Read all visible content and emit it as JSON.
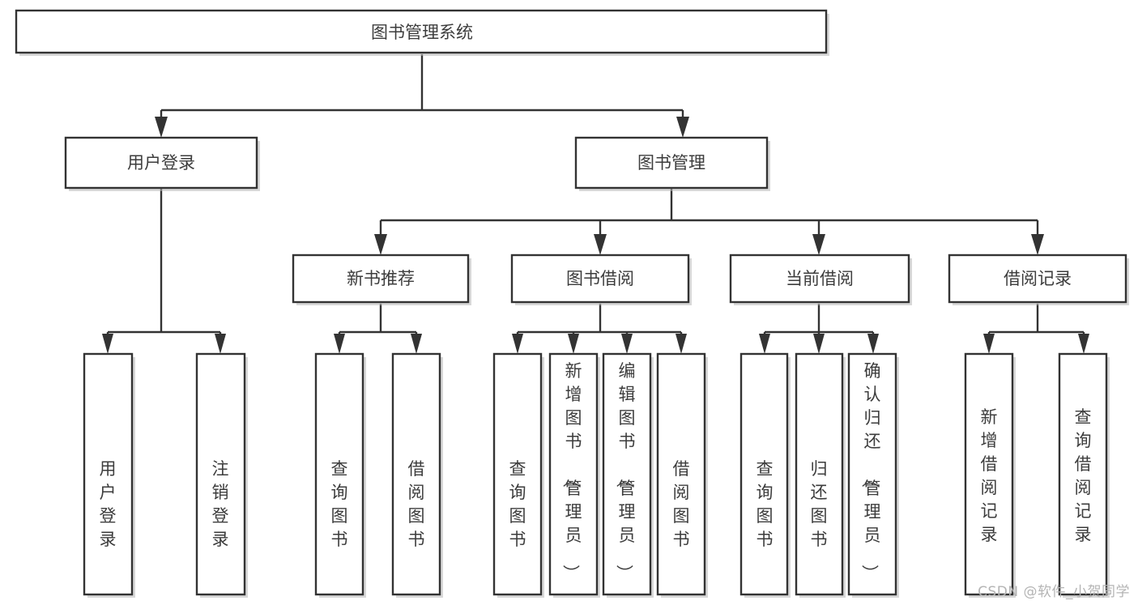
{
  "diagram": {
    "type": "tree",
    "title": "图书管理系统",
    "watermark": "CSDN @软件_小贺同学",
    "colors": {
      "stroke": "#333333",
      "fill": "#ffffff",
      "text": "#3c3c3c",
      "shadow": "#b8b8b8",
      "watermark": "#b4b4b4"
    },
    "nodes": {
      "root": {
        "label": "图书管理系统",
        "level": 0,
        "orientation": "horizontal"
      },
      "user_login": {
        "label": "用户登录",
        "level": 1,
        "orientation": "horizontal"
      },
      "book_manage": {
        "label": "图书管理",
        "level": 1,
        "orientation": "horizontal"
      },
      "new_book_rec": {
        "label": "新书推荐",
        "level": 2,
        "orientation": "horizontal"
      },
      "book_borrow": {
        "label": "图书借阅",
        "level": 2,
        "orientation": "horizontal"
      },
      "current_borrow": {
        "label": "当前借阅",
        "level": 2,
        "orientation": "horizontal"
      },
      "borrow_record": {
        "label": "借阅记录",
        "level": 2,
        "orientation": "horizontal"
      },
      "leaf_user_login": {
        "label": "用户登录",
        "level": 3,
        "orientation": "vertical"
      },
      "leaf_logout": {
        "label": "注销登录",
        "level": 3,
        "orientation": "vertical"
      },
      "leaf_query_book_1": {
        "label": "查询图书",
        "level": 3,
        "orientation": "vertical"
      },
      "leaf_borrow_book_1": {
        "label": "借阅图书",
        "level": 3,
        "orientation": "vertical"
      },
      "leaf_query_book_2": {
        "label": "查询图书",
        "level": 3,
        "orientation": "vertical"
      },
      "leaf_add_book": {
        "label": "新增图书（管理员）",
        "level": 3,
        "orientation": "vertical"
      },
      "leaf_edit_book": {
        "label": "编辑图书（管理员）",
        "level": 3,
        "orientation": "vertical"
      },
      "leaf_borrow_book_2": {
        "label": "借阅图书",
        "level": 3,
        "orientation": "vertical"
      },
      "leaf_query_book_3": {
        "label": "查询图书",
        "level": 3,
        "orientation": "vertical"
      },
      "leaf_return_book": {
        "label": "归还图书",
        "level": 3,
        "orientation": "vertical"
      },
      "leaf_confirm_return": {
        "label": "确认归还（管理员）",
        "level": 3,
        "orientation": "vertical"
      },
      "leaf_add_record": {
        "label": "新增借阅记录",
        "level": 3,
        "orientation": "vertical"
      },
      "leaf_query_record": {
        "label": "查询借阅记录",
        "level": 3,
        "orientation": "vertical"
      }
    },
    "edges": [
      {
        "from": "root",
        "to": "user_login"
      },
      {
        "from": "root",
        "to": "book_manage"
      },
      {
        "from": "user_login",
        "to": "leaf_user_login"
      },
      {
        "from": "user_login",
        "to": "leaf_logout"
      },
      {
        "from": "book_manage",
        "to": "new_book_rec"
      },
      {
        "from": "book_manage",
        "to": "book_borrow"
      },
      {
        "from": "book_manage",
        "to": "current_borrow"
      },
      {
        "from": "book_manage",
        "to": "borrow_record"
      },
      {
        "from": "new_book_rec",
        "to": "leaf_query_book_1"
      },
      {
        "from": "new_book_rec",
        "to": "leaf_borrow_book_1"
      },
      {
        "from": "book_borrow",
        "to": "leaf_query_book_2"
      },
      {
        "from": "book_borrow",
        "to": "leaf_add_book"
      },
      {
        "from": "book_borrow",
        "to": "leaf_edit_book"
      },
      {
        "from": "book_borrow",
        "to": "leaf_borrow_book_2"
      },
      {
        "from": "current_borrow",
        "to": "leaf_query_book_3"
      },
      {
        "from": "current_borrow",
        "to": "leaf_return_book"
      },
      {
        "from": "current_borrow",
        "to": "leaf_confirm_return"
      },
      {
        "from": "borrow_record",
        "to": "leaf_add_record"
      },
      {
        "from": "borrow_record",
        "to": "leaf_query_record"
      }
    ]
  }
}
